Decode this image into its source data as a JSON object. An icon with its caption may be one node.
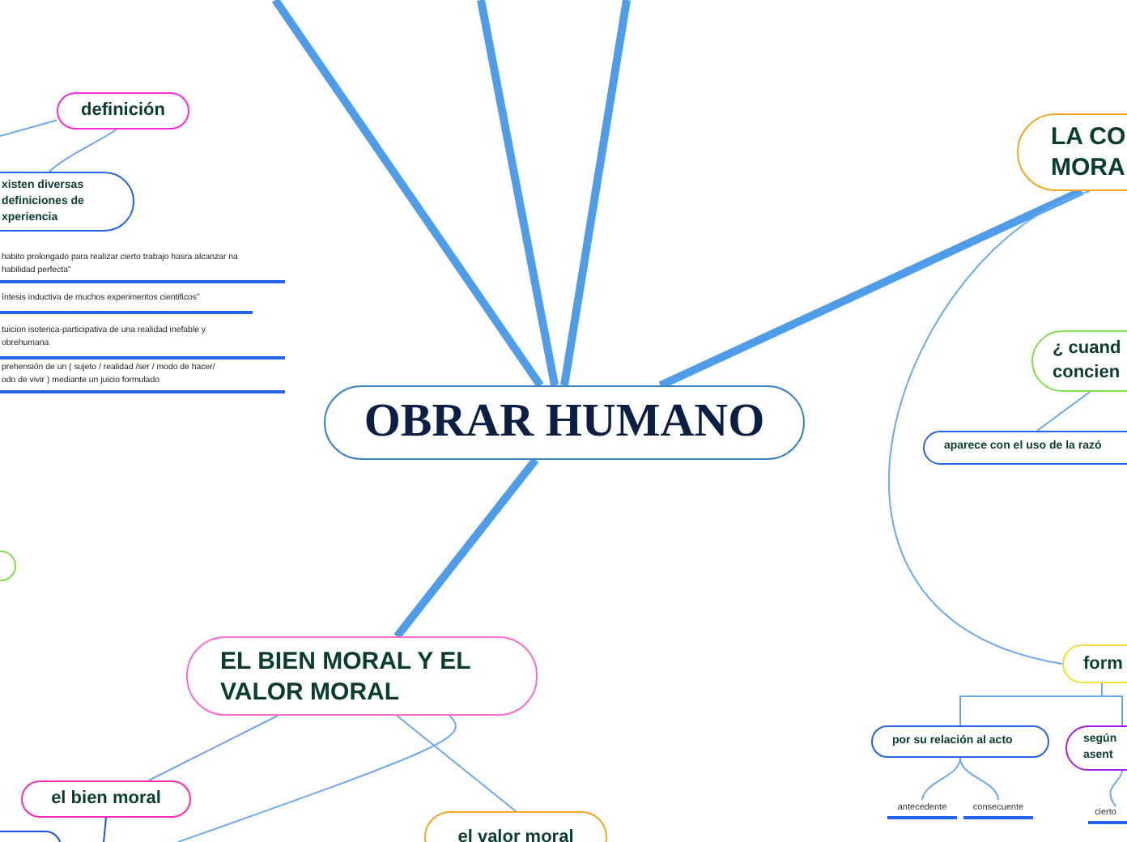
{
  "diagram": {
    "nodes": [
      {
        "text": [
          "OBRAR HUMANO"
        ]
      },
      {
        "text": [
          "definición"
        ]
      },
      {
        "text": [
          "xisten diversas definiciones de xperiencia"
        ]
      },
      {
        "text": [
          "habito prolongado para realizar cierto trabajo hasra alcanzar na habilidad perfecta\""
        ]
      },
      {
        "text": [
          "íntesis inductiva de muchos experimentos cientificos\""
        ]
      },
      {
        "text": [
          "tuicion isoterica-participativa de una realidad inefable y obrehumana"
        ]
      },
      {
        "text": [
          "prehensión de un ( sujeto / realidad /ser / modo de hacer/ odo de vivir ) mediante un juicio formulado"
        ]
      },
      {
        "text": [
          "LA CO MORA"
        ]
      },
      {
        "text": [
          "¿ cuand concien"
        ]
      },
      {
        "text": [
          "aparece con el uso de la razó"
        ]
      },
      {
        "text": [
          "EL BIEN MORAL Y EL VALOR MORAL"
        ]
      },
      {
        "text": [
          "el bien moral"
        ]
      },
      {
        "text": [
          "el valor moral"
        ]
      },
      {
        "text": [
          "form"
        ]
      },
      {
        "text": [
          "por su relación al acto"
        ]
      },
      {
        "text": [
          "según asent"
        ]
      },
      {
        "text": [
          "antecedente"
        ]
      },
      {
        "text": [
          "consecuente"
        ]
      },
      {
        "text": [
          "cierto"
        ]
      },
      {
        "text": [],
        "shape": "circle"
      },
      {
        "text": [],
        "shape": "box"
      }
    ],
    "edges": [
      {
        "from": null,
        "to": 0,
        "arrow": "none",
        "style": "thick"
      },
      {
        "from": null,
        "to": 0,
        "arrow": "none",
        "style": "thick"
      },
      {
        "from": null,
        "to": 0,
        "arrow": "none",
        "style": "thick"
      },
      {
        "from": 0,
        "to": 10,
        "arrow": "none",
        "style": "thick"
      },
      {
        "from": 0,
        "to": 7,
        "arrow": "none",
        "style": "thick"
      },
      {
        "from": null,
        "to": 1,
        "arrow": "none"
      },
      {
        "from": 1,
        "to": 2,
        "arrow": "none"
      },
      {
        "from": 7,
        "to": 13,
        "arrow": "none"
      },
      {
        "from": 8,
        "to": 9,
        "arrow": "none"
      },
      {
        "from": 13,
        "to": 14,
        "arrow": "none"
      },
      {
        "from": 13,
        "to": 15,
        "arrow": "none"
      },
      {
        "from": 14,
        "to": 16,
        "arrow": "none"
      },
      {
        "from": 14,
        "to": 17,
        "arrow": "none"
      },
      {
        "from": 15,
        "to": 18,
        "arrow": "none"
      },
      {
        "from": 10,
        "to": 11,
        "arrow": "none"
      },
      {
        "from": 10,
        "to": 12,
        "arrow": "none"
      },
      {
        "from": 10,
        "to": null,
        "arrow": "none"
      },
      {
        "from": 11,
        "to": null,
        "arrow": "none",
        "color": "#1f4fe0"
      }
    ]
  }
}
